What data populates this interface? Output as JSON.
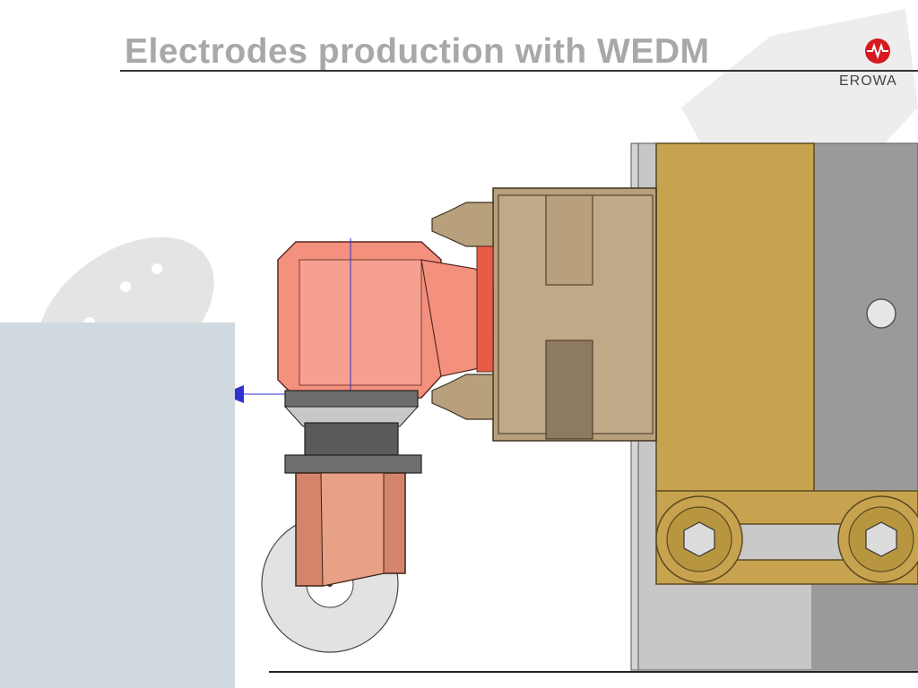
{
  "slide": {
    "title": "Electrodes production with WEDM"
  },
  "logo": {
    "brand": "EROWA",
    "mark_color": "#d71920"
  },
  "illustration": {
    "subject": "electrode-holder-on-wedm-chuck",
    "colors": {
      "electrode_head": "#f4907e",
      "copper_electrode": "#d4846b",
      "chuck_body": "#b8a07c",
      "mounting_plate": "#c8a34f",
      "machine_table": "#9a9a9a",
      "background_block": "#cfd9df"
    }
  }
}
